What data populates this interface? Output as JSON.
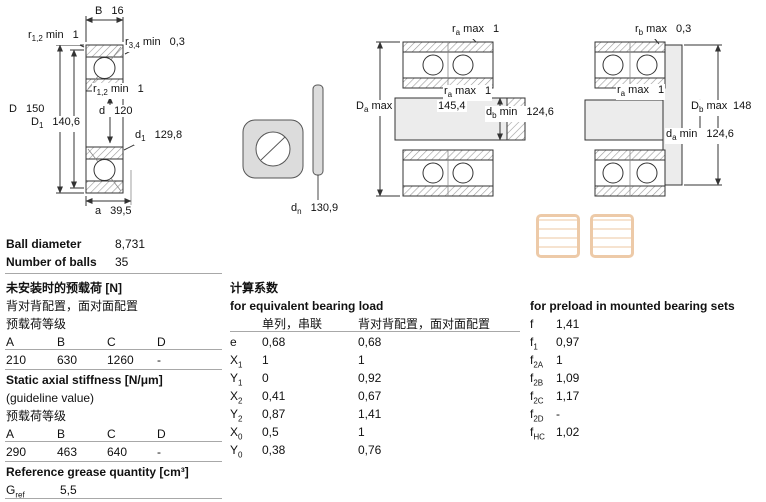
{
  "watermark": {
    "color": "#d98c3f"
  },
  "drawings": {
    "view1": {
      "B": {
        "label": "B",
        "value": "16"
      },
      "r12_top": {
        "label": "r_{1,2} min",
        "value": "1"
      },
      "r34": {
        "label": "r_{3,4} min",
        "value": "0,3"
      },
      "r12_mid": {
        "label": "r_{1,2} min",
        "value": "1"
      },
      "D": {
        "label": "D",
        "value": "150"
      },
      "D1": {
        "label": "D_{1}",
        "value": "140,6"
      },
      "d": {
        "label": "d",
        "value": "120"
      },
      "d1": {
        "label": "d_{1}",
        "value": "129,8"
      },
      "a": {
        "label": "a",
        "value": "39,5"
      }
    },
    "view2": {
      "dn": {
        "label": "d_{n}",
        "value": "130,9"
      }
    },
    "view3": {
      "ra_top": {
        "label": "r_{a} max",
        "value": "1"
      },
      "ra_mid": {
        "label": "r_{a} max",
        "value": "1"
      },
      "Da": {
        "label": "D_{a} max",
        "value": "145,4"
      },
      "db": {
        "label": "d_{b} min",
        "value": "124,6"
      }
    },
    "view4": {
      "rb_top": {
        "label": "r_{b} max",
        "value": "0,3"
      },
      "ra_mid": {
        "label": "r_{a} max",
        "value": "1"
      },
      "Db": {
        "label": "D_{b} max",
        "value": "148"
      },
      "da": {
        "label": "d_{a} min",
        "value": "124,6"
      }
    }
  },
  "specs": {
    "ball_diameter_label": "Ball diameter",
    "ball_diameter_value": "8,731",
    "number_of_balls_label": "Number of balls",
    "number_of_balls_value": "35"
  },
  "preload_unmounted": {
    "title": "未安装时的预载荷 [N]",
    "subtitle": "背对背配置，面对面配置",
    "class_label": "预载荷等级",
    "headers": [
      "A",
      "B",
      "C",
      "D"
    ],
    "values": [
      "210",
      "630",
      "1260",
      "-"
    ]
  },
  "stiffness": {
    "title": "Static axial stiffness [N/μm]",
    "subtitle": "(guideline value)",
    "class_label": "预载荷等级",
    "headers": [
      "A",
      "B",
      "C",
      "D"
    ],
    "values": [
      "290",
      "463",
      "640",
      "-"
    ]
  },
  "grease": {
    "title": "Reference grease quantity [cm³]",
    "label": "G_{ref}",
    "value": "5,5"
  },
  "calc_factors": {
    "title": "计算系数",
    "equiv_title": "for equivalent bearing load",
    "col1_header": "单列，串联",
    "col2_header": "背对背配置，面对面配置",
    "rows": [
      {
        "n": "e",
        "v1": "0,68",
        "v2": "0,68"
      },
      {
        "n": "X_{1}",
        "v1": "1",
        "v2": "1"
      },
      {
        "n": "Y_{1}",
        "v1": "0",
        "v2": "0,92"
      },
      {
        "n": "X_{2}",
        "v1": "0,41",
        "v2": "0,67"
      },
      {
        "n": "Y_{2}",
        "v1": "0,87",
        "v2": "1,41"
      },
      {
        "n": "X_{0}",
        "v1": "0,5",
        "v2": "1"
      },
      {
        "n": "Y_{0}",
        "v1": "0,38",
        "v2": "0,76"
      }
    ]
  },
  "preload_factors": {
    "title": "for preload in mounted bearing sets",
    "rows": [
      {
        "n": "f",
        "v": "1,41"
      },
      {
        "n": "f_{1}",
        "v": "0,97"
      },
      {
        "n": "f_{2A}",
        "v": "1"
      },
      {
        "n": "f_{2B}",
        "v": "1,09"
      },
      {
        "n": "f_{2C}",
        "v": "1,17"
      },
      {
        "n": "f_{2D}",
        "v": "-"
      },
      {
        "n": "f_{HC}",
        "v": "1,02"
      }
    ]
  }
}
